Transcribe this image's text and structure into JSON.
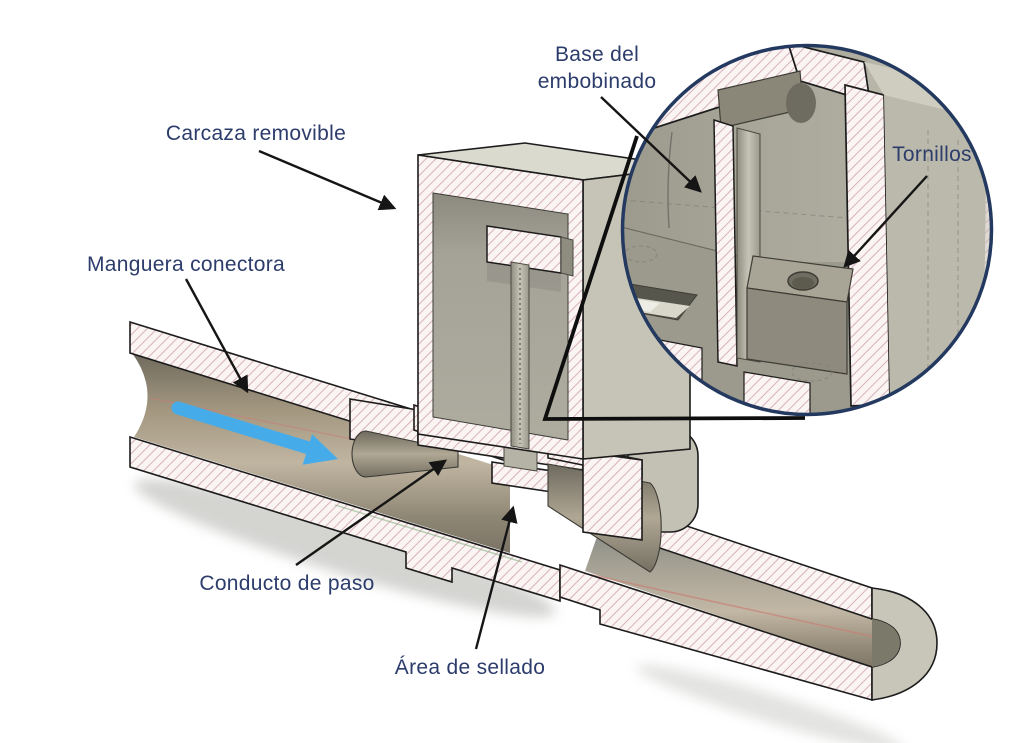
{
  "labels": {
    "carcaza": "Carcaza removible",
    "manguera": "Manguera conectora",
    "conducto": "Conducto de paso",
    "area_sellado": "Área de sellado",
    "base_embobinado_line1": "Base del",
    "base_embobinado_line2": "embobinado",
    "tornillos": "Tornillos"
  },
  "colors": {
    "background": "#ffffff",
    "label_text": "#2c3c6b",
    "detail_circle_border": "#23395f",
    "leader_line": "#151515",
    "flow_arrow_blue": "#46ace9",
    "hatch_line_pink": "#d6aeb9",
    "hatch_background": "#faf4f3",
    "surface_light_gray": "#d8d7cb",
    "surface_mid_gray": "#c2c0b2",
    "surface_dark_gray": "#a5a398",
    "centerline_red": "#c97f76",
    "centerline_green": "#7fae7d"
  }
}
